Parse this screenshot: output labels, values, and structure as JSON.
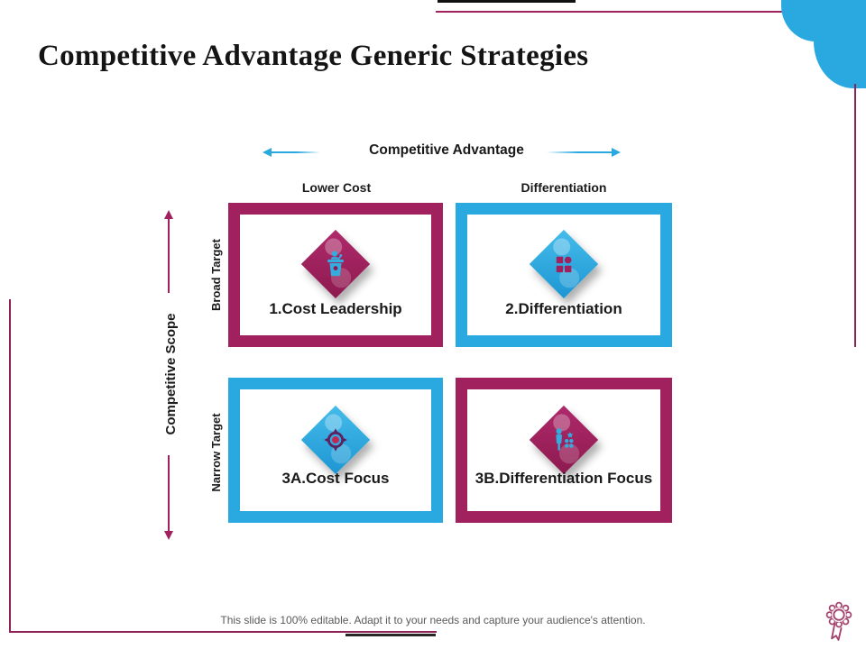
{
  "slide": {
    "title": "Competitive Advantage Generic Strategies",
    "footer_note": "This slide is 100% editable. Adapt it to your needs and capture your audience's attention."
  },
  "matrix": {
    "x_axis_label": "Competitive Advantage",
    "y_axis_label": "Competitive Scope",
    "column_headers": [
      "Lower Cost",
      "Differentiation"
    ],
    "row_headers": [
      "Broad Target",
      "Narrow Target"
    ],
    "cells": [
      {
        "label": "1.Cost Leadership",
        "icon": "podium-speaker-icon",
        "theme": "maroon"
      },
      {
        "label": "2.Differentiation",
        "icon": "grid-shapes-icon",
        "theme": "blue"
      },
      {
        "label": "3A.Cost Focus",
        "icon": "target-icon",
        "theme": "blue"
      },
      {
        "label": "3B.Differentiation Focus",
        "icon": "person-star-dots-icon",
        "theme": "maroon"
      }
    ]
  },
  "icons": {
    "award": "award-ribbon-icon",
    "x_axis_arrows": "double-headed-horizontal-arrow",
    "y_axis_arrow": "double-headed-vertical-arrow"
  },
  "colors": {
    "maroon": "#A1215E",
    "blue": "#29A9E0",
    "text": "#1A1A1A",
    "footer_gray": "#595959"
  }
}
